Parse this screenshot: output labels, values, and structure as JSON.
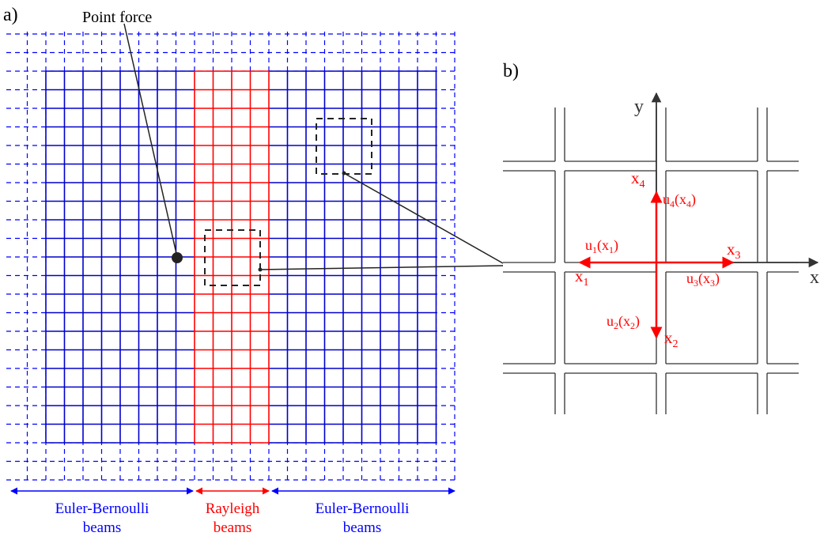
{
  "panel_a": {
    "label": "a)",
    "point_force_label": "Point force",
    "regions": [
      {
        "line1": "Euler-Bernoulli",
        "line2": "beams",
        "color": "#0000ff"
      },
      {
        "line1": "Rayleigh",
        "line2": "beams",
        "color": "#ff0000"
      },
      {
        "line1": "Euler-Bernoulli",
        "line2": "beams",
        "color": "#0000ff"
      }
    ],
    "grid_colors": {
      "euler": "#0000cc",
      "rayleigh": "#ff0000",
      "dashed": "#0000ff"
    }
  },
  "panel_b": {
    "label": "b)",
    "axis_x": "x",
    "axis_y": "y",
    "arrow_color": "#ff0000",
    "labels": {
      "x1": {
        "base": "x",
        "sub": "1"
      },
      "x2": {
        "base": "x",
        "sub": "2"
      },
      "x3": {
        "base": "x",
        "sub": "3"
      },
      "x4": {
        "base": "x",
        "sub": "4"
      },
      "u1": {
        "pre": "u",
        "s1": "1",
        "mid": "(x",
        "s2": "1",
        "post": ")"
      },
      "u2": {
        "pre": "u",
        "s1": "2",
        "mid": "(x",
        "s2": "2",
        "post": ")"
      },
      "u3": {
        "pre": "u",
        "s1": "3",
        "mid": "(x",
        "s2": "3",
        "post": ")"
      },
      "u4": {
        "pre": "u",
        "s1": "4",
        "mid": "(x",
        "s2": "4",
        "post": ")"
      }
    }
  }
}
